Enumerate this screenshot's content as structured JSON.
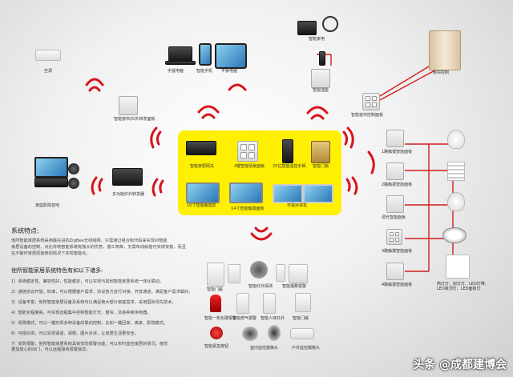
{
  "labels": {
    "ac": "空调",
    "wall_panel": "智能窗帘/红外转发面板",
    "laptop": "手提电脑",
    "phone": "智能手机",
    "tablet": "平板电脑",
    "appliances": "智能家电",
    "socket": "智能插座",
    "scene_panel": "智能窗帘控制面板",
    "curtain": "窗帘控制",
    "av": "家庭影院音响",
    "ir_module": "多功能红外转发器",
    "gateway": "智能家居网关",
    "panel4": "4键智能情景面板",
    "remote": "25位智能遥控手柄",
    "lock": "智能门锁",
    "touch1": "10寸智能触摸屏",
    "touch2": "14寸智能触摸面板",
    "video1": "可视对讲机",
    "switch1": "1路触摸智能面板",
    "switch2": "2路触摸智能面板",
    "dimmer": "调光智能面板",
    "switch3": "3路触摸智能面板",
    "switch4": "4路触摸智能面板",
    "lights": "筒灯灯、射灯灯、LED灯带、LED吸顶灯、LED面板灯",
    "sensor1": "智能门磁",
    "sensor2": "智能红外探测",
    "sensor3": "智能烟雾报警",
    "sensor4": "智能一氧化碳报警",
    "sensor5": "智能燃气报警",
    "sensor6": "智能人体红外",
    "sensor7": "智能紧急按钮",
    "sensor8": "智能门磁",
    "cam1": "室内监控摄像头",
    "cam2": "户外监控摄像头"
  },
  "text": {
    "features_title": "系统特点:",
    "features_body": [
      "他所智能家居系统采用最先进的ZigBee无线组网，只需通过组合和代码来实现对智能",
      "家居设备的控制，对比传统智能系统有独大的优势，施工简单，无需布线就能可实现安装，而且",
      "在不破坏家居原装修的情况下实现智能化。"
    ],
    "benefits_title": "他所智能家居系统特色有如以下诸多:",
    "benefits": [
      "1）系统稳定性、兼容性好，性能稳定，可以实现与其他智能家居系统一体化联动。",
      "2）通信协议开放、标准，可以根据客户需求，协议各方进行对接，开放通道，满足客户需求最好。",
      "3）设备丰富，他所智能家居设备及系统可以满足绝大部分家庭需求，采用国际领先技术。",
      "4）智能化程度高，可实现远程集中控制智能灯光、窗帘，及各种家用电器。",
      "5）情景模式，可以一键实现多种设备的联动控制，比如一键回家、离家、影院模式。",
      "6）可视对讲，可以实现语音、视频、图片对讲，让家居生活更安全。",
      "7）安防报警，他所智能家居系统具有安防报警功能，可以实时监控家居的情况，使您",
      "   更加放心的出门，可以远程接收报警信息。"
    ],
    "watermark": "头条 @成都建博会"
  },
  "colors": {
    "hub": "#ffef00",
    "wifi": "#d8141b",
    "line": "#d01c1c"
  }
}
